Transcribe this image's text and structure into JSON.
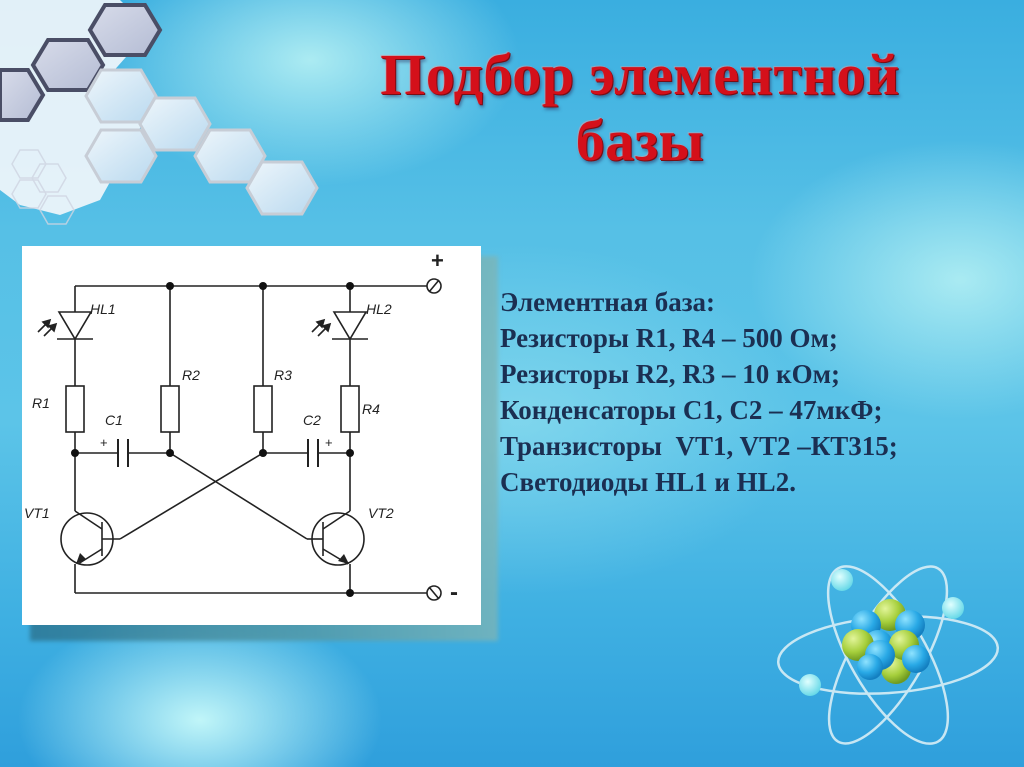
{
  "slide": {
    "title": {
      "line1": "Подбор элементной",
      "line2": "базы"
    },
    "spec": {
      "heading": "Элементная база:",
      "items": [
        "Резисторы R1, R4 – 500 Ом;",
        "Резисторы R2, R3 – 10 кОм;",
        "Конденсаторы С1, С2 – 47мкФ;",
        "Транзисторы  VT1, VT2 –КТ315;",
        "Светодиоды HL1 и HL2."
      ]
    },
    "circuit": {
      "terminals": {
        "positive": "+",
        "negative": "-"
      },
      "labels": {
        "hl1": "HL1",
        "hl2": "HL2",
        "r1": "R1",
        "r2": "R2",
        "r3": "R3",
        "r4": "R4",
        "c1": "C1",
        "c2": "C2",
        "c1_pol": "+",
        "c2_pol": "+",
        "vt1": "VT1",
        "vt2": "VT2"
      }
    },
    "colors": {
      "title": "#d4101a",
      "text": "#1b2f52",
      "background": "#4fbbe6"
    }
  }
}
